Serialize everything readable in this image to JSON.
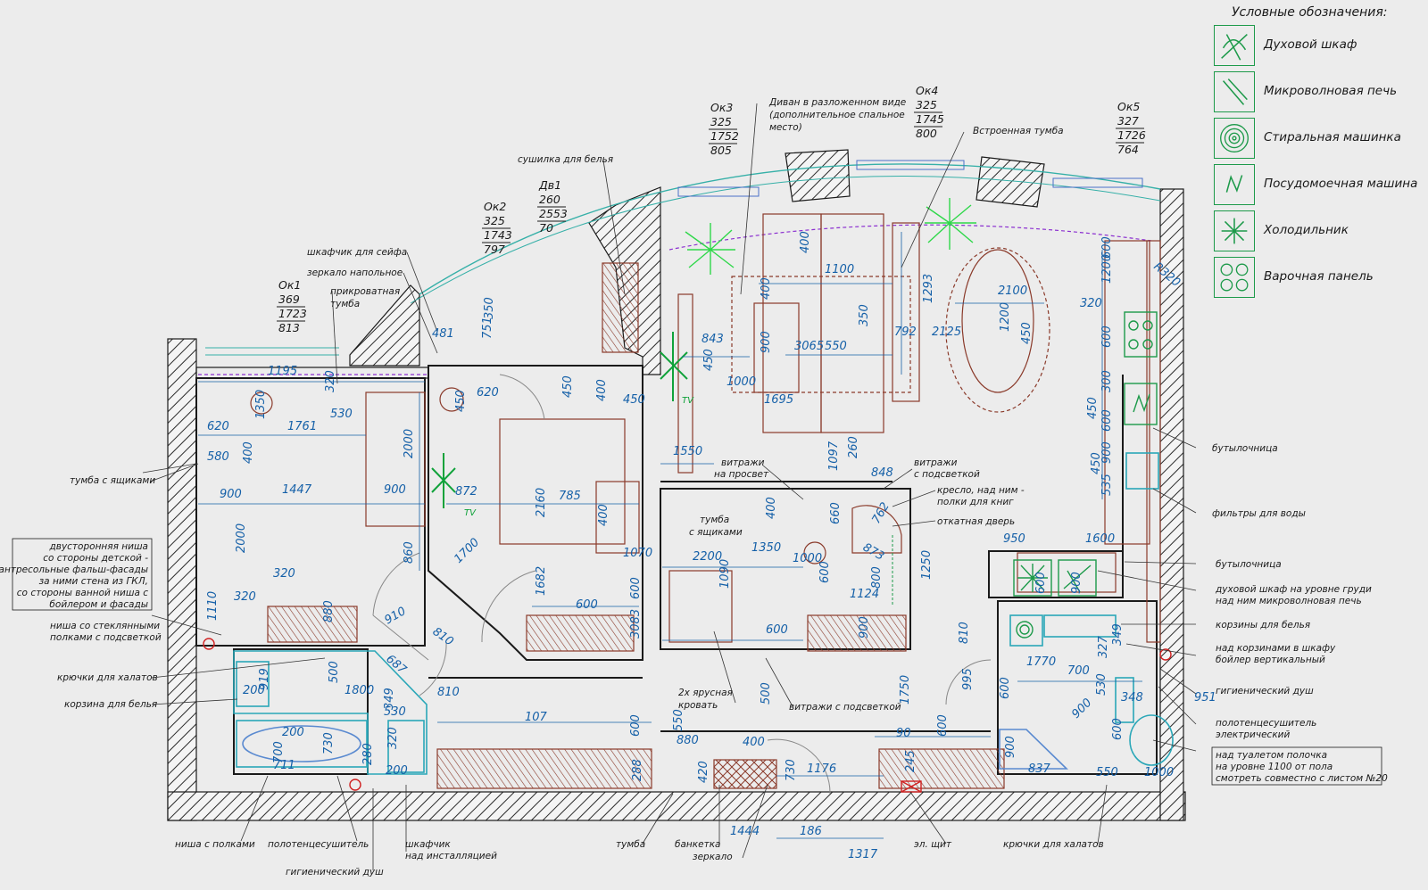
{
  "legend": {
    "title": "Условные обозначения:",
    "items": [
      {
        "icon": "oven-icon",
        "label": "Духовой шкаф"
      },
      {
        "icon": "microwave-icon",
        "label": "Микроволновая печь"
      },
      {
        "icon": "washing-machine-icon",
        "label": "Стиральная машинка"
      },
      {
        "icon": "dishwasher-icon",
        "label": "Посудомоечная машина"
      },
      {
        "icon": "fridge-icon",
        "label": "Холодильник"
      },
      {
        "icon": "hob-icon",
        "label": "Варочная панель"
      }
    ]
  },
  "windows": [
    {
      "name": "Ок1",
      "values": [
        "369",
        "1723",
        "813"
      ]
    },
    {
      "name": "Ок2",
      "values": [
        "325",
        "1743",
        "797"
      ]
    },
    {
      "name": "Дв1",
      "values": [
        "260",
        "2553",
        "70"
      ]
    },
    {
      "name": "Ок3",
      "values": [
        "325",
        "1752",
        "805"
      ]
    },
    {
      "name": "Ок4",
      "values": [
        "325",
        "1745",
        "800"
      ]
    },
    {
      "name": "Ок5",
      "values": [
        "327",
        "1726",
        "764"
      ]
    }
  ],
  "annotations": {
    "sofa_unfolded": [
      "Диван в разложенном виде",
      "(дополнительное спальное",
      "место)"
    ],
    "built_in_cabinet": "Встроенная тумба",
    "laundry_dryer": "сушилка для белья",
    "safe_cabinet": "шкафчик для сейфа",
    "floor_mirror": "зеркало напольное",
    "bedside_table": [
      "прикроватная",
      "тумба"
    ],
    "drawer_unit_left": "тумба с ящиками",
    "double_niche": [
      "двусторонняя ниша",
      "со стороны детской -",
      "антресольные фальш-фасады",
      "за ними стена из ГКЛ,",
      "со стороны ванной ниша с",
      "бойлером и фасады"
    ],
    "glass_niche": [
      "ниша со стеклянными",
      "полками с подсветкой"
    ],
    "robe_hooks_left": "крючки для халатов",
    "laundry_basket_left": "корзина для белья",
    "shelf_niche": "ниша с полками",
    "towel_dryer_left": "полотенцесушитель",
    "hygienic_shower_left": "гигиенический душ",
    "install_cabinet": [
      "шкафчик",
      "над инсталляцией"
    ],
    "tumba_bottom": "тумба",
    "bench": "банкетка",
    "mirror_bottom": "зеркало",
    "bunk_bed": [
      "2х ярусная",
      "кровать"
    ],
    "stained_glass_backlit_bottom": "витражи с подсветкой",
    "drawer_unit_center": [
      "тумба",
      "с ящиками"
    ],
    "stained_glass_through": [
      "витражи",
      "на просвет"
    ],
    "stained_glass_backlit_top": [
      "витражи",
      "с подсветкой"
    ],
    "armchair_shelves": [
      "кресло, над ним -",
      "полки для книг"
    ],
    "sliding_door": "откатная дверь",
    "bottle_holder_1": "бутылочница",
    "water_filters": "фильтры для воды",
    "bottle_holder_2": "бутылочница",
    "oven_chest_level": [
      "духовой шкаф на уровне груди",
      "над ним микроволновая печь"
    ],
    "laundry_baskets": "корзины для белья",
    "boiler_vertical": [
      "над корзинами в шкафу",
      "бойлер вертикальный"
    ],
    "hygienic_shower_right": "гигиенический душ",
    "towel_dryer_electric": [
      "полотенцесушитель",
      "электрический"
    ],
    "toilet_shelf": [
      "над туалетом полочка",
      "на уровне 1100 от пола",
      "смотреть совместно с листом №20"
    ],
    "electric_panel": "эл. щит",
    "robe_hooks_right": "крючки для халатов",
    "tv_left": "TV",
    "tv_center": "TV",
    "radius": "R320"
  },
  "dimensions": [
    "1195",
    "320",
    "1761",
    "530",
    "620",
    "1350",
    "580",
    "400",
    "900",
    "1447",
    "900",
    "2000",
    "2000",
    "1110",
    "320",
    "320",
    "880",
    "919",
    "500",
    "200",
    "1800",
    "200",
    "700",
    "730",
    "711",
    "349",
    "530",
    "320",
    "280",
    "200",
    "810",
    "910",
    "810",
    "687",
    "860",
    "872",
    "1700",
    "2160",
    "785",
    "450",
    "400",
    "450",
    "400",
    "1070",
    "1682",
    "600",
    "600",
    "3083",
    "107",
    "600",
    "288",
    "550",
    "880",
    "400",
    "420",
    "730",
    "1444",
    "1176",
    "186",
    "1317",
    "500",
    "400",
    "1350",
    "1000",
    "2200",
    "1090",
    "600",
    "660",
    "762",
    "873",
    "800",
    "1250",
    "1124",
    "600",
    "900",
    "848",
    "260",
    "1097",
    "1750",
    "90",
    "600",
    "245",
    "810",
    "995",
    "600",
    "1770",
    "700",
    "327",
    "349",
    "530",
    "348",
    "951",
    "900",
    "900",
    "837",
    "550",
    "1000",
    "600",
    "600",
    "900",
    "950",
    "1600",
    "400",
    "1100",
    "400",
    "900",
    "3065",
    "550",
    "350",
    "1695",
    "792",
    "1293",
    "2125",
    "843",
    "450",
    "1000",
    "1550",
    "2100",
    "1200",
    "450",
    "320",
    "1200",
    "600",
    "600",
    "300",
    "600",
    "450",
    "900",
    "450",
    "535",
    "751",
    "350",
    "481",
    "620",
    "450"
  ]
}
